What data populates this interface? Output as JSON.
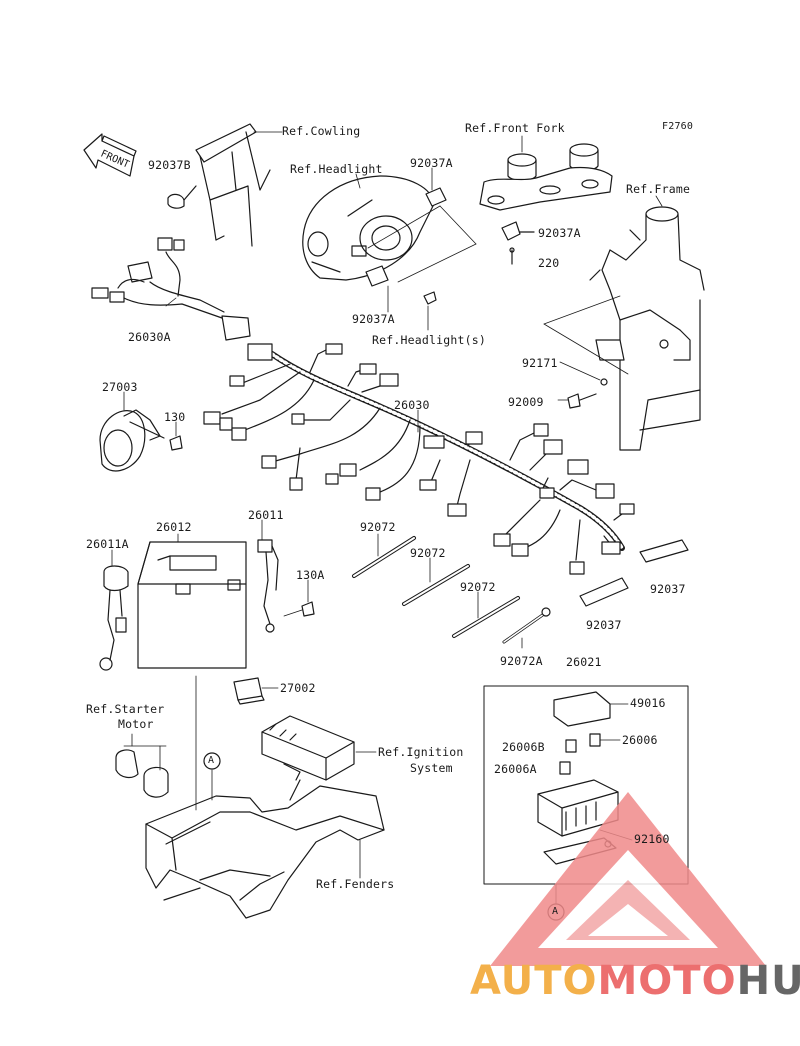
{
  "figure_code": "F2760",
  "front_label": "FRONT",
  "labels": {
    "ref_cowling": "Ref.Cowling",
    "ref_front_fork": "Ref.Front Fork",
    "p92037B": "92037B",
    "ref_headlight": "Ref.Headlight",
    "p92037A_top": "92037A",
    "ref_frame": "Ref.Frame",
    "p92037A_fork": "92037A",
    "p220": "220",
    "p26030A": "26030A",
    "p92037A_bottom": "92037A",
    "ref_headlights": "Ref.Headlight(s)",
    "p92171": "92171",
    "p27003": "27003",
    "p130": "130",
    "p26030": "26030",
    "p92009": "92009",
    "p26012": "26012",
    "p26011": "26011",
    "p26011A": "26011A",
    "p92072_1": "92072",
    "p92072_2": "92072",
    "p92072_3": "92072",
    "p92072A": "92072A",
    "p130A": "130A",
    "p92037_1": "92037",
    "p92037_2": "92037",
    "p26021": "26021",
    "p27002": "27002",
    "p49016": "49016",
    "p26006B": "26006B",
    "p26006": "26006",
    "p26006A": "26006A",
    "p92160": "92160",
    "ref_starter_line1": "Ref.Starter",
    "ref_starter_line2": "Motor",
    "ref_ignition_line1": "Ref.Ignition",
    "ref_ignition_line2": "System",
    "ref_fenders": "Ref.Fenders",
    "circle_a_left": "A",
    "circle_a_right": "A"
  },
  "watermark": {
    "part1": "AUTO",
    "part2": "MOTO",
    "part3": "HUB"
  },
  "colors": {
    "line": "#1a1a1a",
    "watermark_orange": "#f3b04a",
    "watermark_red": "#ec6f6f",
    "watermark_gray": "#666666"
  }
}
